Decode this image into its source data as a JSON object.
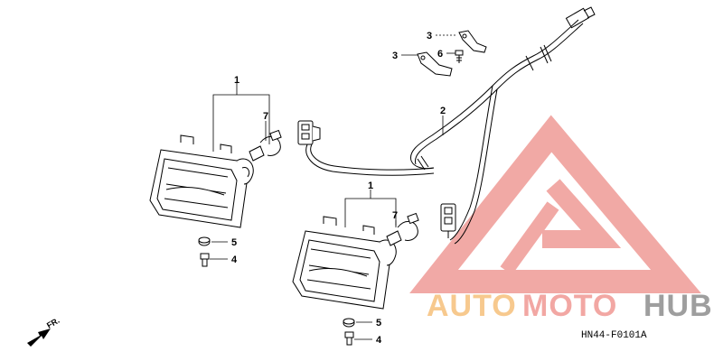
{
  "diagram": {
    "callouts": {
      "headlight_left": "1",
      "headlight_right": "1",
      "harness": "2",
      "bracket_top": "3",
      "bracket_mid": "3",
      "nut_left": "5",
      "nut_right": "5",
      "bolt_left": "4",
      "bolt_right": "4",
      "screw": "6",
      "bulb_left": "7",
      "bulb_right": "7"
    },
    "front_marker": "FR.",
    "drawing_code": "HN44-F0101A"
  },
  "watermark": {
    "brand_auto": "AUTO",
    "brand_moto": "MOTO",
    "brand_hub": "HUB",
    "colors": {
      "auto": "#f7c98e",
      "moto": "#f2a7a3",
      "hub": "#9e9e9e",
      "logo": "#f0a09c"
    }
  }
}
